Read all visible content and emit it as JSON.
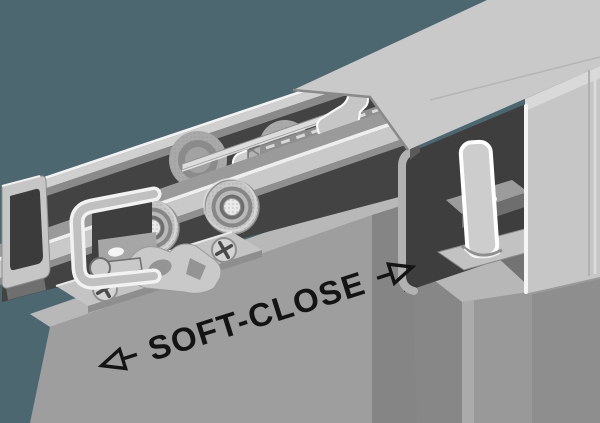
{
  "scene": {
    "background_color": "#4d6770",
    "label": {
      "text": "SOFT-CLOSE",
      "color": "#141414"
    },
    "arrows": {
      "left": "outline-arrow-left",
      "right": "outline-arrow-right"
    },
    "palette": {
      "track_light": "#cbcbcb",
      "track_interior_dark": "#404040",
      "metal_mid": "#b3b3b3",
      "metal_highlight": "#f5f5f5",
      "door_top": "#b8b8b8",
      "door_front": "#9e9e9e",
      "door_side": "#858585",
      "wall_shadow": "#737373"
    }
  }
}
